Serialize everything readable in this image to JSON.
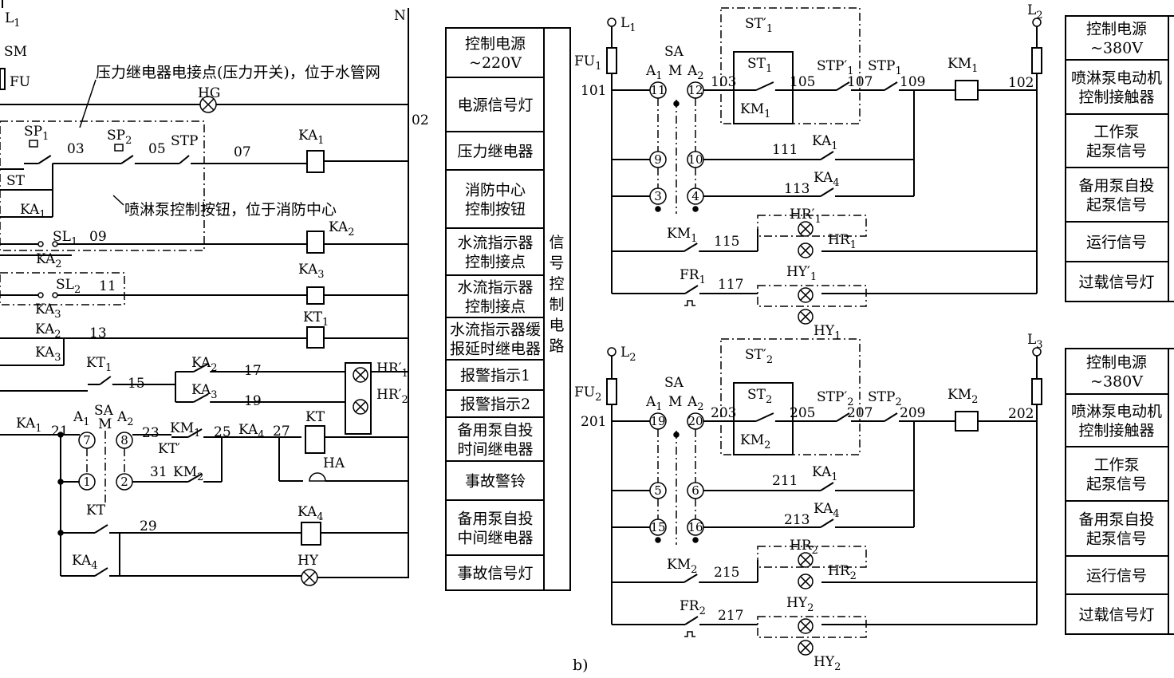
{
  "circuit_left": {
    "rails": {
      "left": "L1",
      "right": "N"
    },
    "components": {
      "SM": "SM",
      "FU": "FU",
      "HG": "HG",
      "SP1": "SP1",
      "SP2": "SP2",
      "STP": "STP",
      "ST": "ST",
      "KA1": "KA1",
      "SL1": "SL1",
      "KA2": "KA2",
      "SL2": "SL2",
      "KA3": "KA3",
      "KT1": "KT1",
      "HR1p": "HR′1",
      "HR2p": "HR′2",
      "SA": "SA",
      "A1": "A1",
      "M": "M",
      "A2": "A2",
      "KM1": "KM1",
      "KTp": "KT′",
      "KA4": "KA4",
      "KT": "KT",
      "HA": "HA",
      "KM2": "KM2",
      "HY": "HY"
    },
    "nodes": [
      "02",
      "03",
      "05",
      "07",
      "09",
      "11",
      "13",
      "15",
      "17",
      "19",
      "21",
      "23",
      "25",
      "27",
      "29",
      "31"
    ],
    "contacts": [
      "7",
      "8",
      "1",
      "2"
    ],
    "notes": {
      "pressure_relay": "压力继电器电接点(压力开关)，位于水管网",
      "spray_button": "喷淋泵控制按钮，位于消防中心"
    }
  },
  "legend_middle": {
    "side_label": "信号控制电路",
    "items": [
      "控制电源\n~220V",
      "电源信号灯",
      "压力继电器",
      "消防中心\n控制按钮",
      "水流指示器\n控制接点",
      "水流指示器\n控制接点",
      "水流指示器缓\n报延时继电器",
      "报警指示1",
      "报警指示2",
      "备用泵自投\n时间继电器",
      "事故警铃",
      "备用泵自投\n中间继电器",
      "事故信号灯"
    ]
  },
  "circuit_right": {
    "upper": {
      "rails": {
        "left": "L1",
        "right": "L2"
      },
      "fuse": "FU1",
      "contactor": "KM1",
      "selector": "SA",
      "A1": "A1",
      "M": "M",
      "A2": "A2",
      "labels": {
        "ST": "ST1",
        "STp": "ST′1",
        "STP": "STP1",
        "STPp": "STP′1",
        "KM": "KM1",
        "KA1": "KA1",
        "KA4": "KA4",
        "KMrun": "KM1",
        "FR": "FR1",
        "HR": "HR1",
        "HRp": "HR′1",
        "HY": "HY1",
        "HYp": "HY′1"
      },
      "nodes": [
        "101",
        "103",
        "105",
        "107",
        "109",
        "102",
        "111",
        "113",
        "115",
        "117"
      ],
      "contacts": [
        "11",
        "12",
        "9",
        "10",
        "3",
        "4"
      ]
    },
    "lower": {
      "rails": {
        "left": "L2",
        "right": "L3"
      },
      "fuse": "FU2",
      "contactor": "KM2",
      "selector": "SA",
      "A1": "A1",
      "M": "M",
      "A2": "A2",
      "labels": {
        "ST": "ST2",
        "STp": "ST′2",
        "STP": "STP2",
        "STPp": "STP′2",
        "KM": "KM2",
        "KA1": "KA1",
        "KA4": "KA4",
        "KMrun": "KM2",
        "FR": "FR2",
        "HR": "HR2",
        "HRp": "HR2",
        "HY": "HY2",
        "HYp": "HY2"
      },
      "nodes": [
        "201",
        "203",
        "205",
        "207",
        "209",
        "202",
        "211",
        "213",
        "215",
        "217"
      ],
      "contacts": [
        "19",
        "20",
        "5",
        "6",
        "15",
        "16"
      ]
    },
    "caption": "b)"
  },
  "legend_right": {
    "upper": [
      "控制电源\n~380V",
      "喷淋泵电动机\n控制接触器",
      "工作泵\n起泵信号",
      "备用泵自投\n起泵信号",
      "运行信号",
      "过载信号灯"
    ],
    "lower": [
      "控制电源\n~380V",
      "喷淋泵电动机\n控制接触器",
      "工作泵\n起泵信号",
      "备用泵自投\n起泵信号",
      "运行信号",
      "过载信号灯"
    ]
  }
}
